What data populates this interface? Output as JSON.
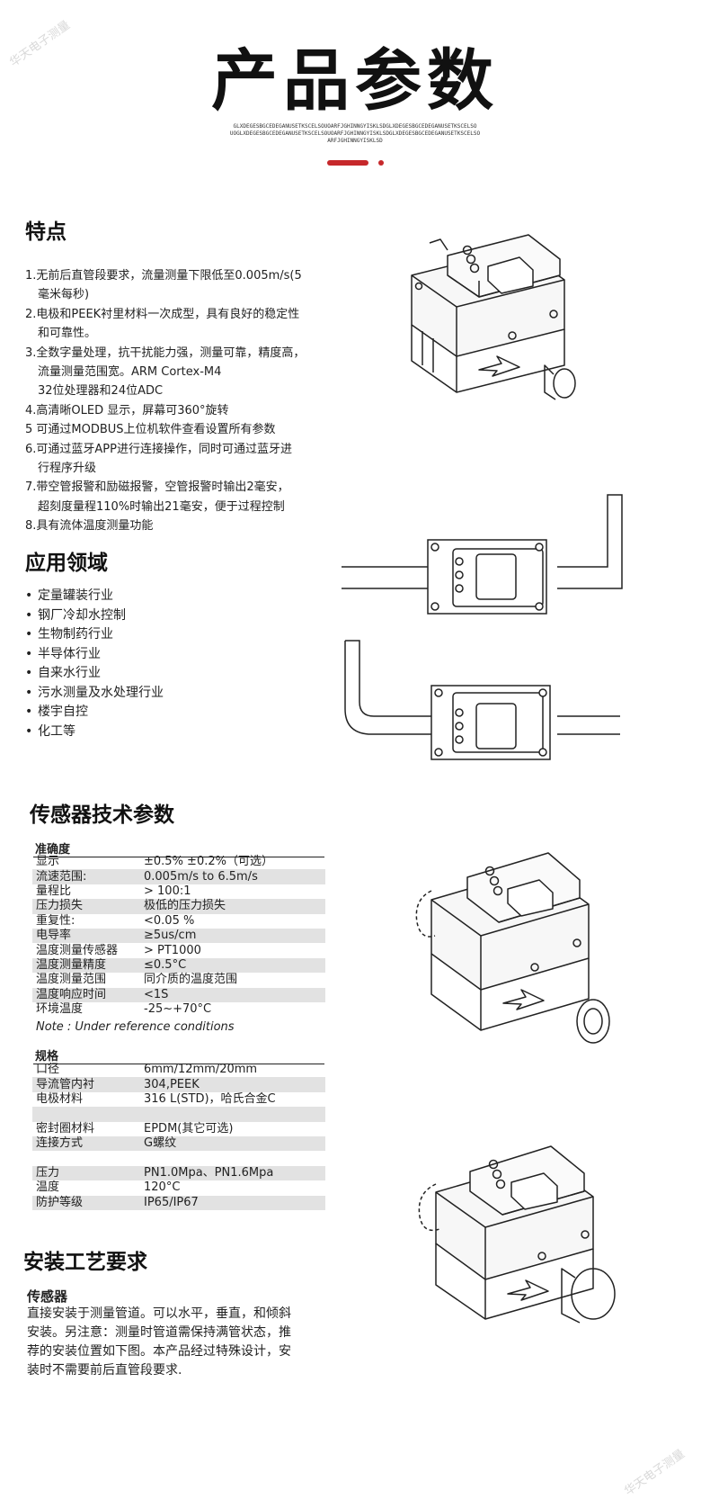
{
  "header": {
    "title": "产品参数",
    "subtitle_lines": [
      "GLXDEGESBGCEDEGANUSETKSCELSOUOARFJGHINNGYISKLSDGLXDEGESBGCEDEGANUSETKSCELSO",
      "UOGLXDEGESBGCEDEGANUSETKSCELSOUOARFJGHINNGYISKLSDGLXDEGESBGCEDEGANUSETKSCELSO",
      "ARFJGHINNGYISKLSD"
    ]
  },
  "watermark": "华天电子测量",
  "features": {
    "heading": "特点",
    "lines": [
      {
        "text": "1.无前后直管段要求，流量测量下限低至0.005m/s(5",
        "indent": false
      },
      {
        "text": "毫米每秒)",
        "indent": true
      },
      {
        "text": "2.电极和PEEK衬里材料一次成型，具有良好的稳定性",
        "indent": false
      },
      {
        "text": "和可靠性。",
        "indent": true
      },
      {
        "text": "3.全数字量处理，抗干扰能力强，测量可靠，精度高，",
        "indent": false
      },
      {
        "text": "流量测量范围宽。ARM Cortex-M4",
        "indent": true
      },
      {
        "text": "32位处理器和24位ADC",
        "indent": true
      },
      {
        "text": "4.高清晰OLED 显示，屏幕可360°旋转",
        "indent": false
      },
      {
        "text": "5 可通过MODBUS上位机软件查看设置所有参数",
        "indent": false
      },
      {
        "text": "6.可通过蓝牙APP进行连接操作，同时可通过蓝牙进",
        "indent": false
      },
      {
        "text": "行程序升级",
        "indent": true
      },
      {
        "text": "7.带空管报警和励磁报警，空管报警时输出2毫安，",
        "indent": false
      },
      {
        "text": "超刻度量程110%时输出21毫安，便于过程控制",
        "indent": true
      },
      {
        "text": "8.具有流体温度测量功能",
        "indent": false
      }
    ]
  },
  "applications": {
    "heading": "应用领域",
    "items": [
      "定量罐装行业",
      "钢厂冷却水控制",
      "生物制药行业",
      "半导体行业",
      "自来水行业",
      "污水测量及水处理行业",
      "楼宇自控",
      "化工等"
    ]
  },
  "sensor": {
    "heading": "传感器技术参数",
    "accuracy": {
      "title": "准确度",
      "rows": [
        [
          "显示",
          "±0.5%   ±0.2%（可选）"
        ],
        [
          "流速范围:",
          "0.005m/s to 6.5m/s"
        ],
        [
          "量程比",
          "> 100:1"
        ],
        [
          "压力损失",
          "极低的压力损失"
        ],
        [
          "重复性:",
          "<0.05 %"
        ],
        [
          "电导率",
          "≥5us/cm"
        ],
        [
          "温度测量传感器",
          "> PT1000"
        ],
        [
          "温度测量精度",
          "≤0.5°C"
        ],
        [
          "温度测量范围",
          "同介质的温度范围"
        ],
        [
          "温度响应时间",
          "<1S"
        ],
        [
          "环境温度",
          "-25~+70°C"
        ]
      ],
      "note": "Note : Under reference conditions"
    },
    "spec": {
      "title": "规格",
      "rows": [
        [
          "口径",
          "6mm/12mm/20mm"
        ],
        [
          "导流管内衬",
          "304,PEEK"
        ],
        [
          "电极材料",
          "316  L(STD)，哈氏合金C"
        ],
        [
          "",
          ""
        ],
        [
          "密封圈材料",
          "EPDM(其它可选)"
        ],
        [
          "连接方式",
          "G螺纹"
        ],
        [
          "",
          ""
        ],
        [
          "压力",
          "PN1.0Mpa、PN1.6Mpa"
        ],
        [
          "温度",
          "120°C"
        ],
        [
          "防护等级",
          "IP65/IP67"
        ]
      ]
    }
  },
  "install": {
    "heading": "安装工艺要求",
    "sub": "传感器",
    "lines": [
      "直接安装于测量管道。可以水平，垂直，和倾斜",
      "安装。另注意：测量时管道需保持满管状态，推",
      "荐的安装位置如下图。本产品经过特殊设计，安",
      "装时不需要前后直管段要求."
    ]
  }
}
